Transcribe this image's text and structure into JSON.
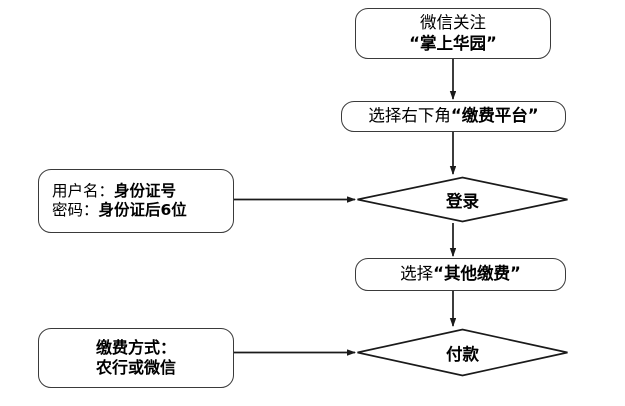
{
  "diagram": {
    "type": "flowchart",
    "orientation": "top-to-bottom",
    "background_color": "#ffffff",
    "stroke_color": "#3a3a3a",
    "text_color": "#000000"
  },
  "nodes": {
    "wechat_follow": {
      "shape": "rounded-rectangle",
      "line1": "微信关注",
      "line2": "“掌上华园”"
    },
    "select_platform": {
      "shape": "rounded-rectangle",
      "lead": "选择右下角",
      "emphasis": "“缴费平台”"
    },
    "login": {
      "shape": "diamond",
      "label": "登录"
    },
    "credentials": {
      "shape": "rounded-rectangle",
      "row1_label": "用户名：",
      "row1_value": "身份证号",
      "row2_label": "密码：",
      "row2_value": "身份证后6位"
    },
    "other_payment": {
      "shape": "rounded-rectangle",
      "lead": "选择",
      "emphasis": "“其他缴费”"
    },
    "pay": {
      "shape": "diamond",
      "label": "付款"
    },
    "pay_methods": {
      "shape": "rounded-rectangle",
      "line1": "缴费方式：",
      "line2": "农行或微信"
    }
  },
  "edges": [
    {
      "from": "wechat_follow",
      "to": "select_platform",
      "direction": "down",
      "arrow": true
    },
    {
      "from": "select_platform",
      "to": "login",
      "direction": "down",
      "arrow": true
    },
    {
      "from": "credentials",
      "to": "login",
      "direction": "right",
      "arrow": true
    },
    {
      "from": "login",
      "to": "other_payment",
      "direction": "down",
      "arrow": true
    },
    {
      "from": "other_payment",
      "to": "pay",
      "direction": "down",
      "arrow": true
    },
    {
      "from": "pay_methods",
      "to": "pay",
      "direction": "right",
      "arrow": true
    }
  ]
}
